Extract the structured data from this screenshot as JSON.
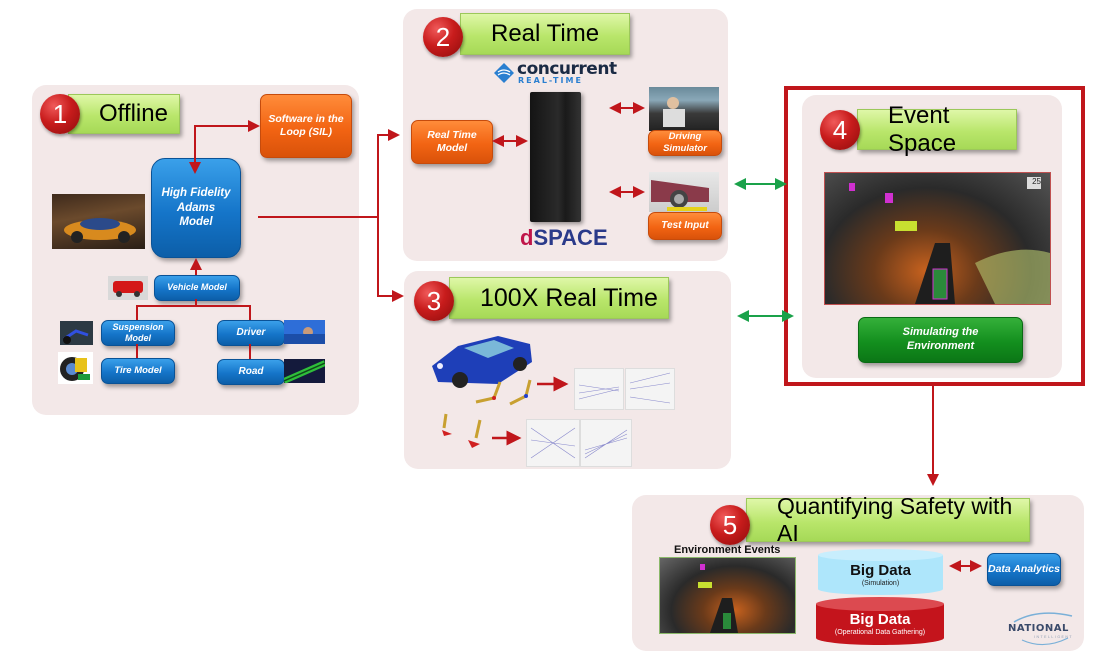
{
  "sections": {
    "offline": {
      "number": "1",
      "title": "Offline",
      "boxes": {
        "sil": "Software in the Loop (SIL)",
        "adams": "High Fidelity Adams Model",
        "vehicle": "Vehicle Model",
        "suspension": "Suspension Model",
        "tire": "Tire Model",
        "driver": "Driver",
        "road": "Road"
      }
    },
    "realtime": {
      "number": "2",
      "title": "Real Time",
      "concurrent_logo": "concurrent",
      "concurrent_sub": "REAL-TIME",
      "dspace_d": "d",
      "dspace_rest": "SPACE",
      "boxes": {
        "rt_model": "Real Time Model",
        "driving_sim": "Driving Simulator",
        "test_input": "Test Input"
      }
    },
    "fast": {
      "number": "3",
      "title": "100X Real Time"
    },
    "event": {
      "number": "4",
      "title": "Event Space",
      "speed_readout": "25",
      "boxes": {
        "sim_env": "Simulating the Environment"
      }
    },
    "safety": {
      "number": "5",
      "title": "Quantifying Safety with AI",
      "env_events_label": "Environment Events",
      "big_data_sim": {
        "title": "Big Data",
        "subtitle": "(Simulation)"
      },
      "big_data_ops": {
        "title": "Big Data",
        "subtitle": "(Operational Data Gathering)"
      },
      "analytics": "Data Analytics",
      "logo": "NATIONAL",
      "logo_sub": "INTELLIGENT"
    }
  },
  "colors": {
    "arrow_red": "#c0161b",
    "arrow_green": "#1aa24a",
    "highlight_frame": "#c0161b"
  }
}
